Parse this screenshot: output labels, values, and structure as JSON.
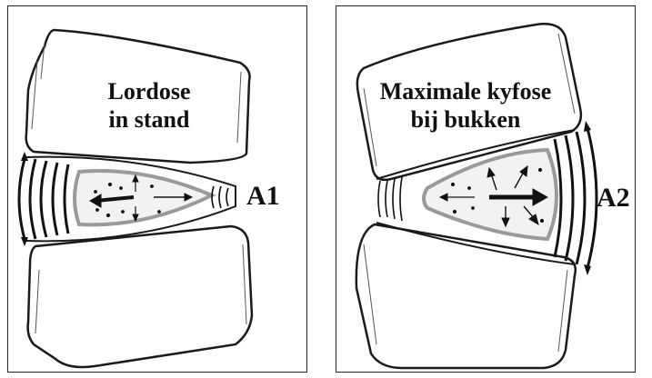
{
  "panels": [
    {
      "caption_line1": "Lordose",
      "caption_line2": "in stand",
      "tag": "A1"
    },
    {
      "caption_line1": "Maximale kyfose",
      "caption_line2": "bij bukken",
      "tag": "A2"
    }
  ],
  "colors": {
    "outline": "#1a1a1a",
    "nucleus_fill": "#f2f2f2",
    "nucleus_edge": "#9a9a9a",
    "background": "#ffffff"
  }
}
